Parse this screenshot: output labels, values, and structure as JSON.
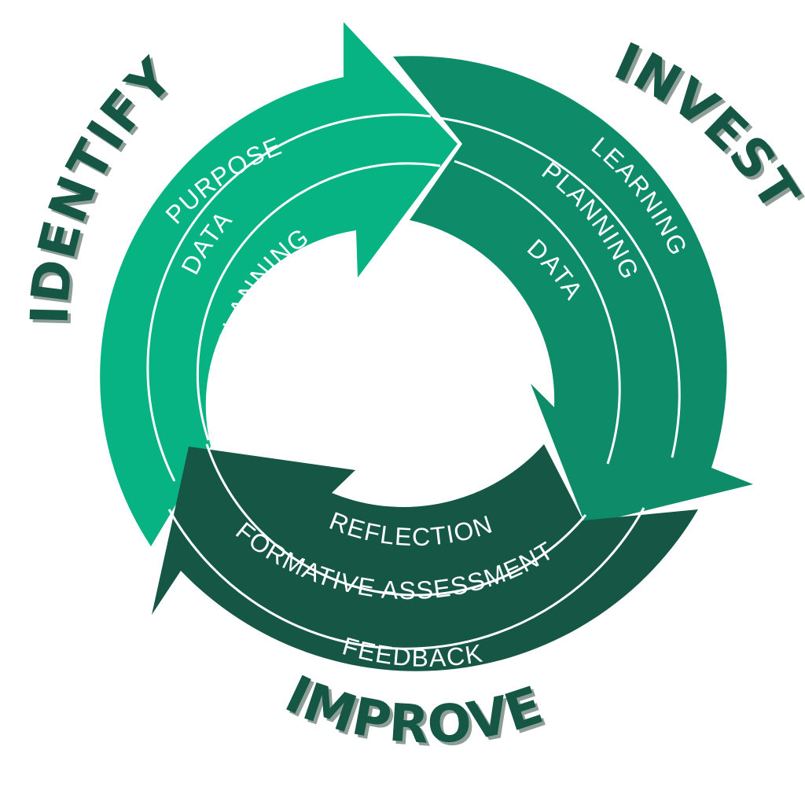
{
  "colors": {
    "identify": "#07b283",
    "invest": "#0e8c69",
    "improve": "#165645",
    "label": "#165645",
    "label_shadow": "#8d9e97",
    "divider": "#ffffff"
  },
  "segments": [
    {
      "id": "identify",
      "title": "IDENTIFY",
      "bands": [
        "PURPOSE",
        "DATA",
        "PLANNING"
      ]
    },
    {
      "id": "invest",
      "title": "INVEST",
      "bands": [
        "LEARNING",
        "PLANNING",
        "DATA"
      ]
    },
    {
      "id": "improve",
      "title": "IMPROVE",
      "bands": [
        "FEEDBACK",
        "FORMATIVE ASSESSMENT",
        "REFLECTION"
      ]
    }
  ]
}
